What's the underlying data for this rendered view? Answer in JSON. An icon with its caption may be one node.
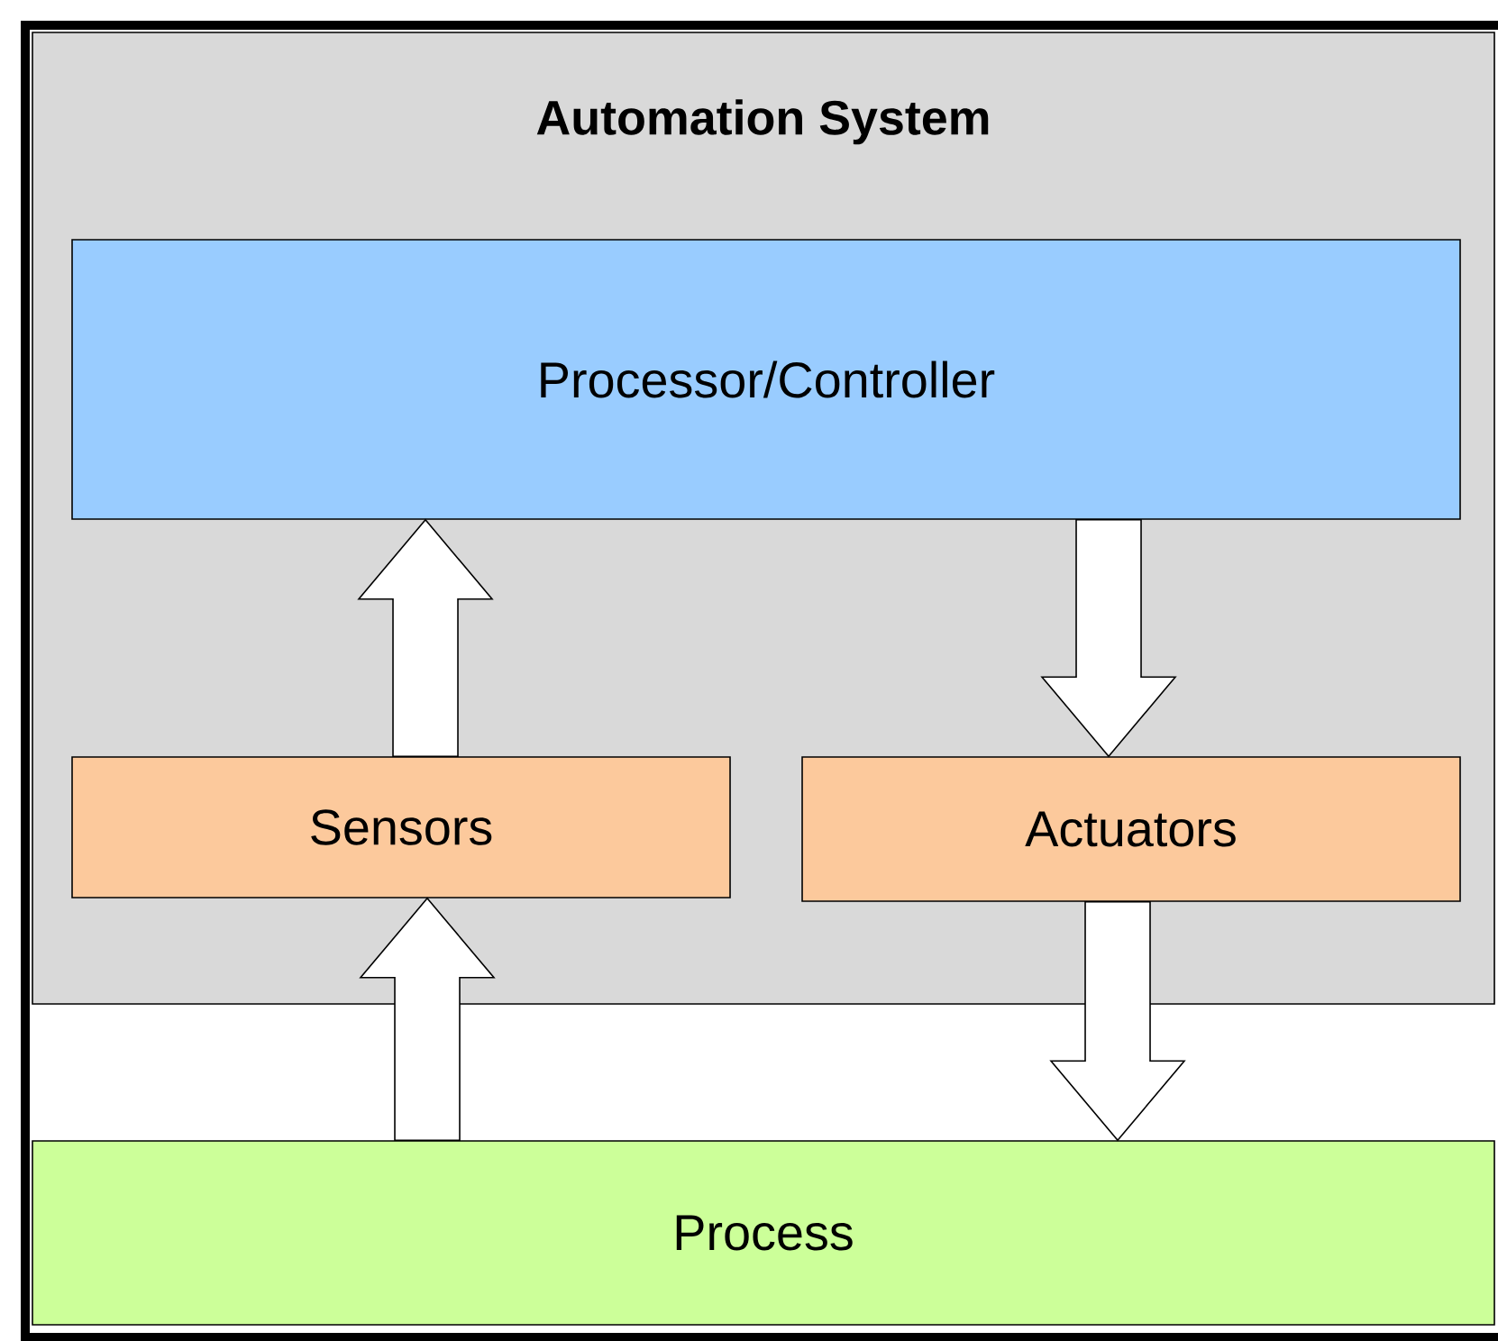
{
  "diagram": {
    "nodes": [
      {
        "text": [
          "Automation System"
        ]
      },
      {
        "text": [
          "Processor/Controller"
        ],
        "in": 0
      },
      {
        "text": [
          "Sensors"
        ],
        "in": 0
      },
      {
        "text": [
          "Actuators"
        ],
        "in": 0
      },
      {
        "text": [
          "Process"
        ]
      }
    ],
    "edges": [
      {
        "from": 2,
        "to": 1,
        "arrow": "to"
      },
      {
        "from": 1,
        "to": 3,
        "arrow": "to"
      },
      {
        "from": 4,
        "to": 2,
        "arrow": "to"
      },
      {
        "from": 3,
        "to": 4,
        "arrow": "to"
      }
    ]
  }
}
